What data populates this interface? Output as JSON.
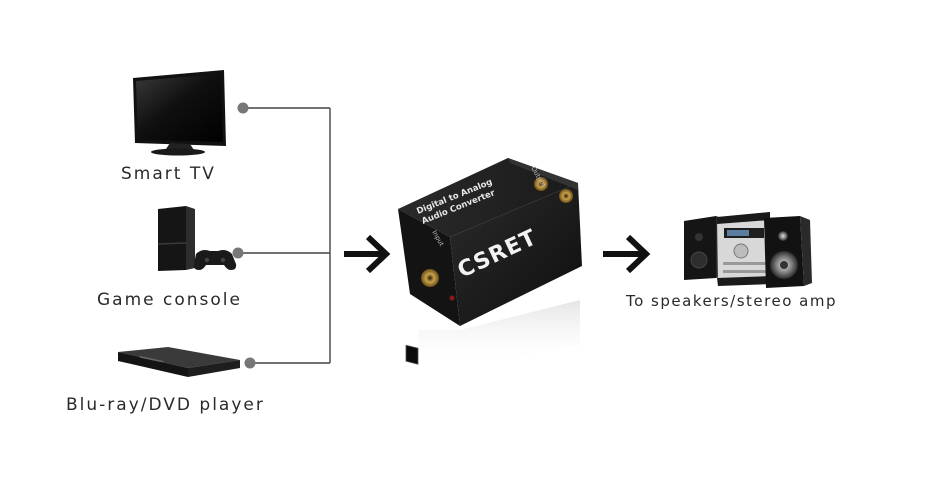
{
  "sources": [
    {
      "label": "Smart TV",
      "icon": "television-icon"
    },
    {
      "label": "Game console",
      "icon": "game-console-icon"
    },
    {
      "label": "Blu-ray/DVD player",
      "icon": "bluray-player-icon"
    }
  ],
  "converter": {
    "line1": "Digital  to Analog",
    "line2": "Audio Converter",
    "brand": "CSRET",
    "input_label": "Input",
    "output_label": "Output"
  },
  "destination": {
    "label": "To speakers/stereo amp",
    "icon": "stereo-system-icon"
  },
  "colors": {
    "line": "#444444",
    "device": "#1c1c1c",
    "text": "#2a2a2a",
    "arrow": "#111111",
    "dot": "#777777"
  }
}
